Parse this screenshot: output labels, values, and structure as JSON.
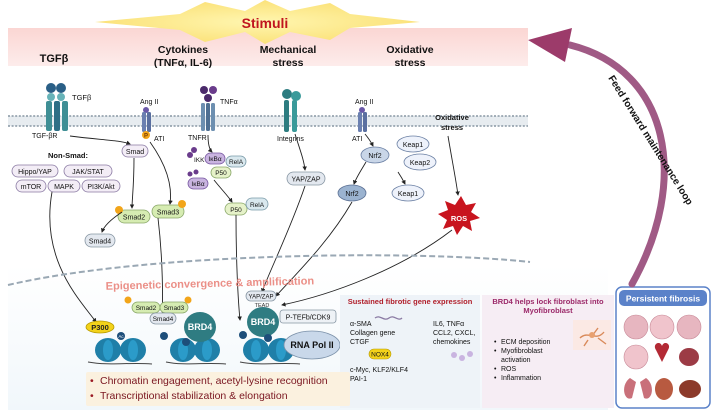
{
  "stimuli": "Stimuli",
  "feed_forward": "Feed forward maintenance loop",
  "columns": {
    "tgfb": "TGFβ",
    "cytokines_l1": "Cytokines",
    "cytokines_l2": "(TNFα, IL-6)",
    "mechanical_l1": "Mechanical",
    "mechanical_l2": "stress",
    "oxidative_l1": "Oxidative",
    "oxidative_l2": "stress"
  },
  "receptors": {
    "tgfb_ligand": "TGFβ",
    "tgfb_receptor": "TGF-βR",
    "angii_1": "Ang II",
    "at1_1": "ATI",
    "tnfa": "TNFα",
    "tnfr": "TNFR",
    "integrins": "Integrins",
    "angii_2": "Ang II",
    "at1_2": "ATI",
    "oxidative_stress": "Oxidative stress"
  },
  "nonsmad": {
    "title": "Non-Smad:",
    "items": [
      "Hippo/YAP",
      "JAK/STAT",
      "mTOR",
      "MAPK",
      "PI3K/Akt"
    ]
  },
  "nodes": {
    "smad": "Smad",
    "smad2": "Smad2",
    "smad3": "Smad3",
    "smad4": "Smad4",
    "p": "P",
    "ikk": "IKK",
    "ikba": "IκBα",
    "rela": "RelA",
    "p50": "P50",
    "yapzap": "YAP/ZAP",
    "keap1": "Keap1",
    "keap2": "Keap2",
    "nrf2": "Nrf2",
    "ros": "ROS"
  },
  "epigenetic": "Epigenetic convergence & amplification",
  "nuclear": {
    "p300": "P300",
    "ac": "Ac",
    "brd4": "BRD4",
    "smad2": "Smad2",
    "smad3": "Smad3",
    "smad4": "Smad4",
    "yapzap": "YAP/ZAP",
    "tead": "TEAD",
    "ptefb": "P-TEFb/CDK9",
    "polii": "RNA Pol II"
  },
  "bottom_items": [
    "Chromatin engagement, acetyl-lysine recognition",
    "Transcriptional stabilization & elongation"
  ],
  "sustained": {
    "title": "Sustained fibrotic gene expression",
    "col1": [
      "α-SMA",
      "Collagen gene",
      "CTGF"
    ],
    "nox4": "NOX4",
    "col2": [
      "IL6, TNFα",
      "CCL2, CXCL,",
      "chemokines"
    ],
    "col3": [
      "c-Myc, KLF2/KLF4",
      "PAI-1"
    ]
  },
  "brd4_lock": {
    "title_l1": "BRD4 helps lock fibroblast into",
    "title_l2": "Myofibroblast",
    "items": [
      "ECM deposition",
      "Myofibroblast",
      "activation",
      "ROS",
      "Inflammation"
    ]
  },
  "persistent": "Persistent fibrosis",
  "colors": {
    "stimuli_band": "#f9d9d6",
    "membrane": "#9aa8b4",
    "smad": "#d6ecb2",
    "brd4": "#2f7c82",
    "nucleosome": "#1f7fa8",
    "p300": "#f3d21a",
    "ros": "#c8141e",
    "loop_arrow": "#9c3b6a",
    "persistent_panel": "#5b82c9",
    "epigenetic_text": "#e99a91"
  }
}
